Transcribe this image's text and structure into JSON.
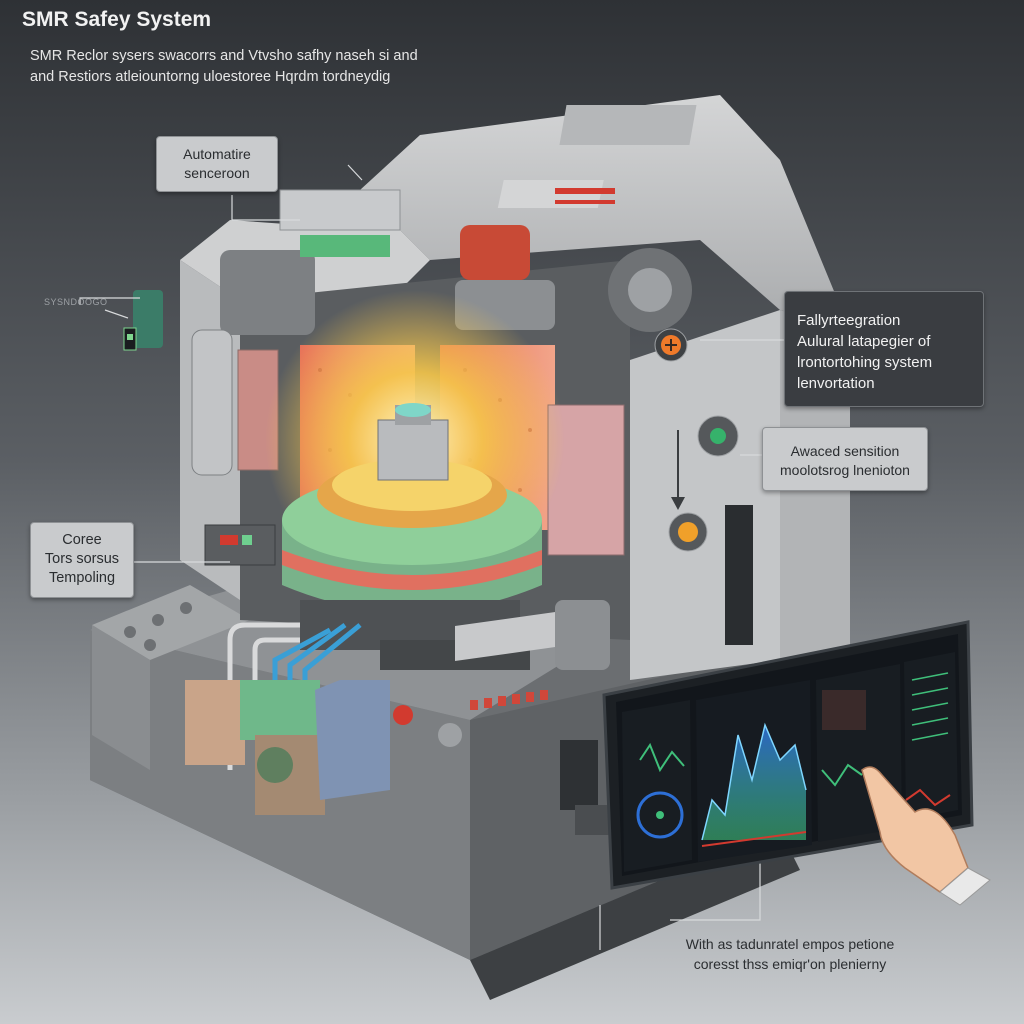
{
  "header": {
    "title": "SMR Safey System",
    "subtitle_line1": "SMR Reclor sysers swacorrs and Vtvsho safhy naseh si and",
    "subtitle_line2": "and Restiors atleiountorng uloestoree Hqrdm tordneydig"
  },
  "callouts": {
    "automatire": {
      "line1": "Automatire",
      "line2": "senceroon"
    },
    "core": {
      "line1": "Coree",
      "line2": "Tors sorsus",
      "line3": "Tempoling"
    },
    "fully": {
      "line1": "Fallyrteegration",
      "line2": "Aulural latapegier of",
      "line3": "lrontortohing system",
      "line4": "lenvortation"
    },
    "awaced": {
      "line1": "Awaced sensition",
      "line2": "moolotsrog lnenioton"
    }
  },
  "side_label": "SYSNDOOGO",
  "caption": {
    "line1": "With as tadunratel empos petione",
    "line2": "coresst thss emiqr'on plenierny"
  },
  "colors": {
    "core_glow": "#f5c64a",
    "hot_wall": "#e9806a",
    "accent_red": "#d23a2f",
    "accent_green": "#6fcf8f",
    "screen_bg": "#12161b",
    "chart_blue": "#2d6fd6",
    "chart_green": "#3fbf7a"
  }
}
